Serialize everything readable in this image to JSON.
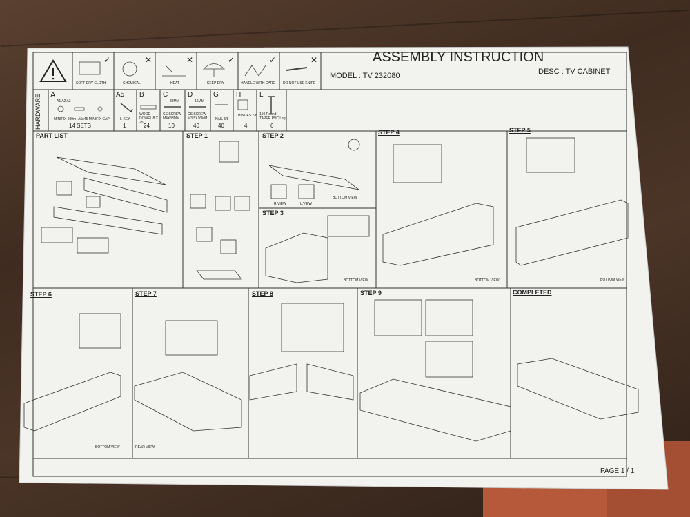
{
  "title": "ASSEMBLY INSTRUCTION",
  "model": "MODEL : TV 232080",
  "desc": "DESC :  TV CABINET",
  "care_icons": [
    {
      "label": "SOFT DRY CLOTH",
      "mark": "✓"
    },
    {
      "label": "CHEMICAL",
      "mark": "✕"
    },
    {
      "label": "HEAT",
      "mark": "✕"
    },
    {
      "label": "KEEP DRY",
      "mark": "✓"
    },
    {
      "label": "HANDLE WITH CARE",
      "mark": "✓"
    },
    {
      "label": "DO NOT USE KNIFE",
      "mark": "✕"
    }
  ],
  "hardware": {
    "side_label": "HARDWARE",
    "items": [
      {
        "letter": "A",
        "sub": "A1      A2      A3",
        "desc": "MINIFIX 599m+A5x45     MINIFIX CAP",
        "qty": "14 SETS"
      },
      {
        "letter": "A5",
        "desc": "L-KEY",
        "qty": "1"
      },
      {
        "letter": "B",
        "desc": "WOOD DOWEL 8 X 25",
        "qty": "24"
      },
      {
        "letter": "C",
        "dim": "38MM",
        "desc": "CS SCREW M4X38MM",
        "qty": "10"
      },
      {
        "letter": "D",
        "dim": "16MM",
        "desc": "CS SCREW M3.5X16MM",
        "qty": "40"
      },
      {
        "letter": "G",
        "desc": "NAIL 5/8",
        "qty": "40"
      },
      {
        "letter": "H",
        "desc": "HINGES 7/8",
        "qty": "4"
      },
      {
        "letter": "L",
        "desc": "150 Round TAPER PVC Leg",
        "qty": "6"
      }
    ]
  },
  "panels": {
    "part_list": "PART LIST",
    "step1": "STEP 1",
    "step2": "STEP 2",
    "step3": "STEP 3",
    "step4": "STEP 4",
    "step5": "STEP 5",
    "step6": "STEP 6",
    "step7": "STEP 7",
    "step8": "STEP 8",
    "step9": "STEP 9",
    "completed": "COMPLETED"
  },
  "view_labels": {
    "r_view": "R.VIEW",
    "l_view": "L.VIEW",
    "bottom_view": "BOTTOM VIEW",
    "rear_view": "REAR VIEW"
  },
  "page": "PAGE 1 / 1"
}
